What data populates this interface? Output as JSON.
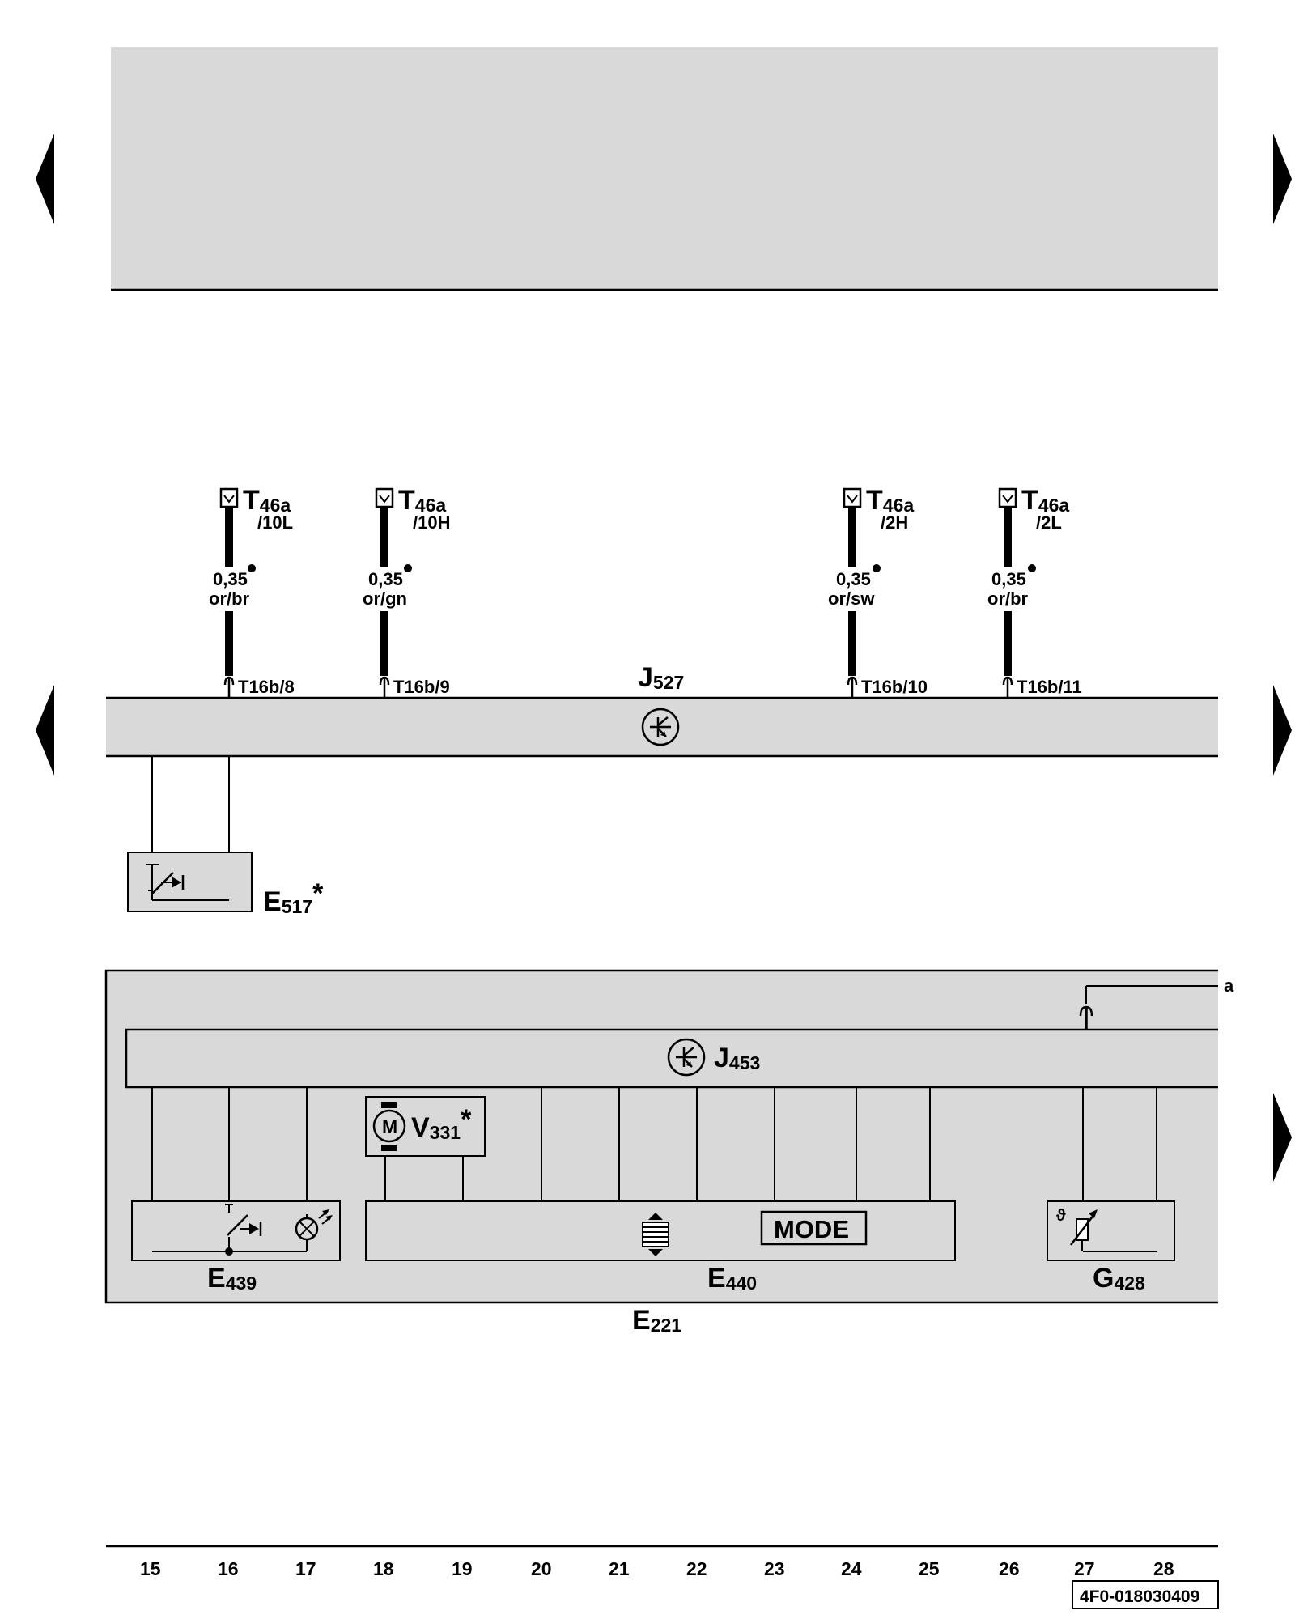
{
  "colors": {
    "panel_gray": "#d9d9d9",
    "line": "#000000",
    "background": "#ffffff"
  },
  "nav": {
    "left_arrows": [
      "arrow-left-icon",
      "arrow-left-icon"
    ],
    "right_arrows": [
      "arrow-right-icon",
      "arrow-right-icon",
      "arrow-right-icon"
    ]
  },
  "connectors_top": [
    {
      "prefix": "T",
      "sub": "46a",
      "pin": "/10L",
      "gauge": "0,35",
      "color": "or/br",
      "t16b": "T16b/8"
    },
    {
      "prefix": "T",
      "sub": "46a",
      "pin": "/10H",
      "gauge": "0,35",
      "color": "or/gn",
      "t16b": "T16b/9"
    },
    {
      "prefix": "T",
      "sub": "46a",
      "pin": "/2H",
      "gauge": "0,35",
      "color": "or/sw",
      "t16b": "T16b/10"
    },
    {
      "prefix": "T",
      "sub": "46a",
      "pin": "/2L",
      "gauge": "0,35",
      "color": "or/br",
      "t16b": "T16b/11"
    }
  ],
  "components": {
    "j527": {
      "prefix": "J",
      "sub": "527"
    },
    "e517": {
      "prefix": "E",
      "sub": "517",
      "star": "*"
    },
    "j453": {
      "prefix": "J",
      "sub": "453"
    },
    "v331": {
      "prefix": "V",
      "sub": "331",
      "star": "*",
      "motor": "M"
    },
    "e439": {
      "prefix": "E",
      "sub": "439"
    },
    "e440": {
      "prefix": "E",
      "sub": "440",
      "mode": "MODE"
    },
    "g428": {
      "prefix": "G",
      "sub": "428",
      "theta": "ϑ"
    },
    "e221": {
      "prefix": "E",
      "sub": "221"
    },
    "terminal_a": "a"
  },
  "column_numbers": [
    "15",
    "16",
    "17",
    "18",
    "19",
    "20",
    "21",
    "22",
    "23",
    "24",
    "25",
    "26",
    "27",
    "28"
  ],
  "doc_id": "4F0-018030409"
}
